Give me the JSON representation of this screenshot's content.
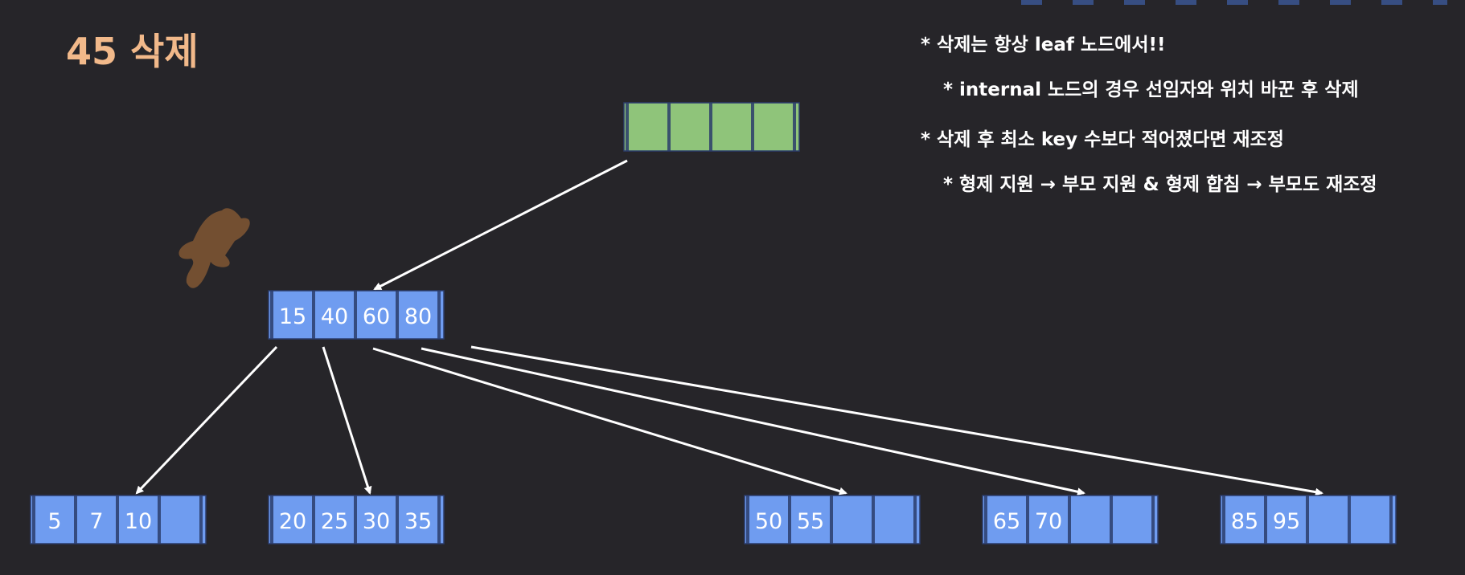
{
  "title": "45 삭제",
  "notes": [
    "* 삭제는 항상 leaf 노드에서!!",
    "* internal 노드의 경우 선임자와 위치 바꾼 후 삭제",
    "* 삭제 후 최소 key 수보다 적어졌다면 재조정",
    "* 형제 지원 → 부모 지원 & 형제 합침 → 부모도 재조정"
  ],
  "colors": {
    "background": "#262529",
    "blue_node": "#6f9cf0",
    "green_node": "#8fc47a",
    "node_border": "#2b3d6b",
    "title": "#f2b98a",
    "star_mark": "#7a5232"
  },
  "mark_icon": "hand-drawn-star",
  "tree": {
    "root": {
      "keys": [
        "",
        "",
        "",
        ""
      ]
    },
    "internal": {
      "keys": [
        "15",
        "40",
        "60",
        "80"
      ]
    },
    "leaves": [
      {
        "keys": [
          "5",
          "7",
          "10",
          ""
        ]
      },
      {
        "keys": [
          "20",
          "25",
          "30",
          "35"
        ]
      },
      {
        "keys": [
          "50",
          "55",
          "",
          ""
        ]
      },
      {
        "keys": [
          "65",
          "70",
          "",
          ""
        ]
      },
      {
        "keys": [
          "85",
          "95",
          "",
          ""
        ]
      }
    ]
  }
}
